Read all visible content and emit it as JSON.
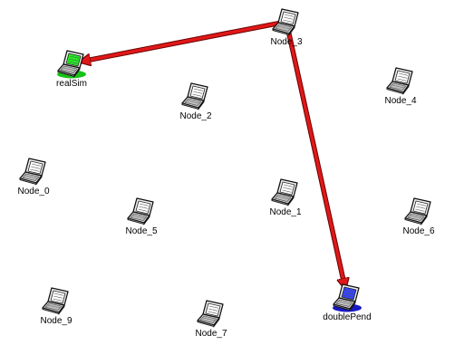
{
  "colors": {
    "default_node": "#ffffff",
    "edge": "#e01818",
    "edge_outline": "#6a0000"
  },
  "nodes": [
    {
      "id": "node_3",
      "label": "Node_3",
      "icon": "laptop-icon",
      "status": "normal"
    },
    {
      "id": "realsim",
      "label": "realSim",
      "icon": "laptop-icon",
      "status": "green",
      "color": "#22ee22",
      "glow": "#00bb00"
    },
    {
      "id": "node_2",
      "label": "Node_2",
      "icon": "laptop-icon",
      "status": "normal"
    },
    {
      "id": "node_4",
      "label": "Node_4",
      "icon": "laptop-icon",
      "status": "normal"
    },
    {
      "id": "node_0",
      "label": "Node_0",
      "icon": "laptop-icon",
      "status": "normal"
    },
    {
      "id": "node_1",
      "label": "Node_1",
      "icon": "laptop-icon",
      "status": "normal"
    },
    {
      "id": "node_5",
      "label": "Node_5",
      "icon": "laptop-icon",
      "status": "normal"
    },
    {
      "id": "node_6",
      "label": "Node_6",
      "icon": "laptop-icon",
      "status": "normal"
    },
    {
      "id": "doublepend",
      "label": "doublePend",
      "icon": "laptop-icon",
      "status": "blue",
      "color": "#3344ff",
      "glow": "#0000bb"
    },
    {
      "id": "node_9",
      "label": "Node_9",
      "icon": "laptop-icon",
      "status": "normal"
    },
    {
      "id": "node_7",
      "label": "Node_7",
      "icon": "laptop-icon",
      "status": "normal"
    }
  ],
  "edges": [
    {
      "from": "node_3",
      "to": "realsim"
    },
    {
      "from": "node_3",
      "to": "doublepend"
    }
  ]
}
